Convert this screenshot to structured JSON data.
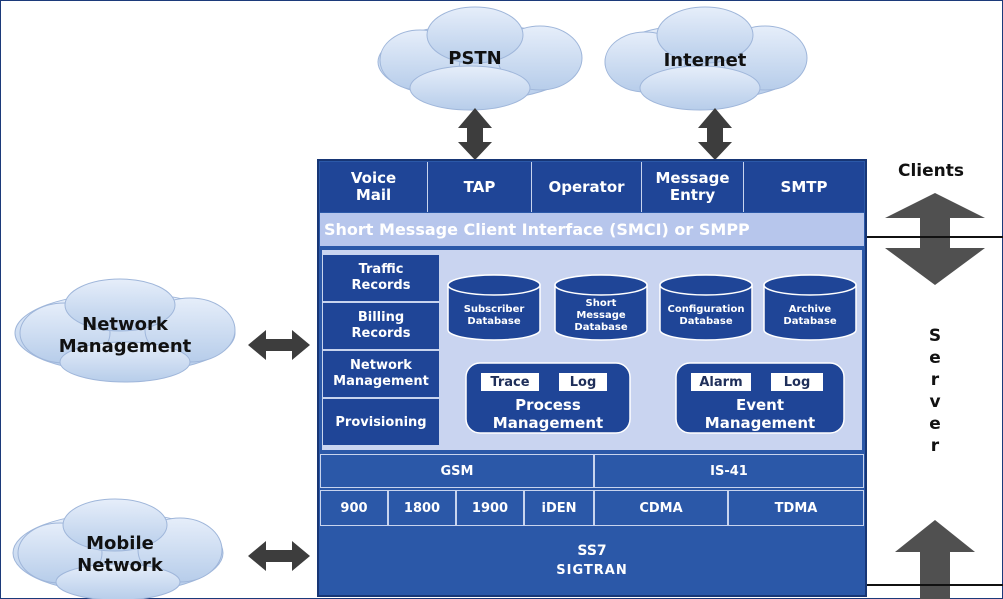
{
  "clouds": {
    "pstn": "PSTN",
    "internet": "Internet",
    "network_management": "Network\nManagement",
    "mobile_network": "Mobile\nNetwork"
  },
  "top_row": [
    "Voice\nMail",
    "TAP",
    "Operator",
    "Message\nEntry",
    "SMTP"
  ],
  "interface_bar": "Short Message Client Interface (SMCI) or SMPP",
  "records": [
    "Traffic\nRecords",
    "Billing\nRecords",
    "Network\nManagement",
    "Provisioning"
  ],
  "databases": [
    "Subscriber\nDatabase",
    "Short\nMessage\nDatabase",
    "Configuration\nDatabase",
    "Archive\nDatabase"
  ],
  "process_management": {
    "trace": "Trace",
    "log": "Log",
    "title": "Process\nManagement"
  },
  "event_management": {
    "alarm": "Alarm",
    "log": "Log",
    "title": "Event\nManagement"
  },
  "protocols": {
    "gsm": "GSM",
    "is41": "IS-41",
    "bands": [
      "900",
      "1800",
      "1900",
      "iDEN"
    ],
    "cdma": "CDMA",
    "tdma": "TDMA",
    "ss7": "SS7",
    "sigtran": "SIGTRAN"
  },
  "right_side": {
    "clients": "Clients",
    "server_letters": [
      "S",
      "e",
      "r",
      "v",
      "e",
      "r"
    ]
  },
  "colors": {
    "cloud_fill": "#cfe0f5",
    "dark_blue": "#1f4597",
    "mid_blue": "#2b58a8",
    "panel_fill": "#c9d4f0",
    "arrow_gray": "#444444"
  }
}
